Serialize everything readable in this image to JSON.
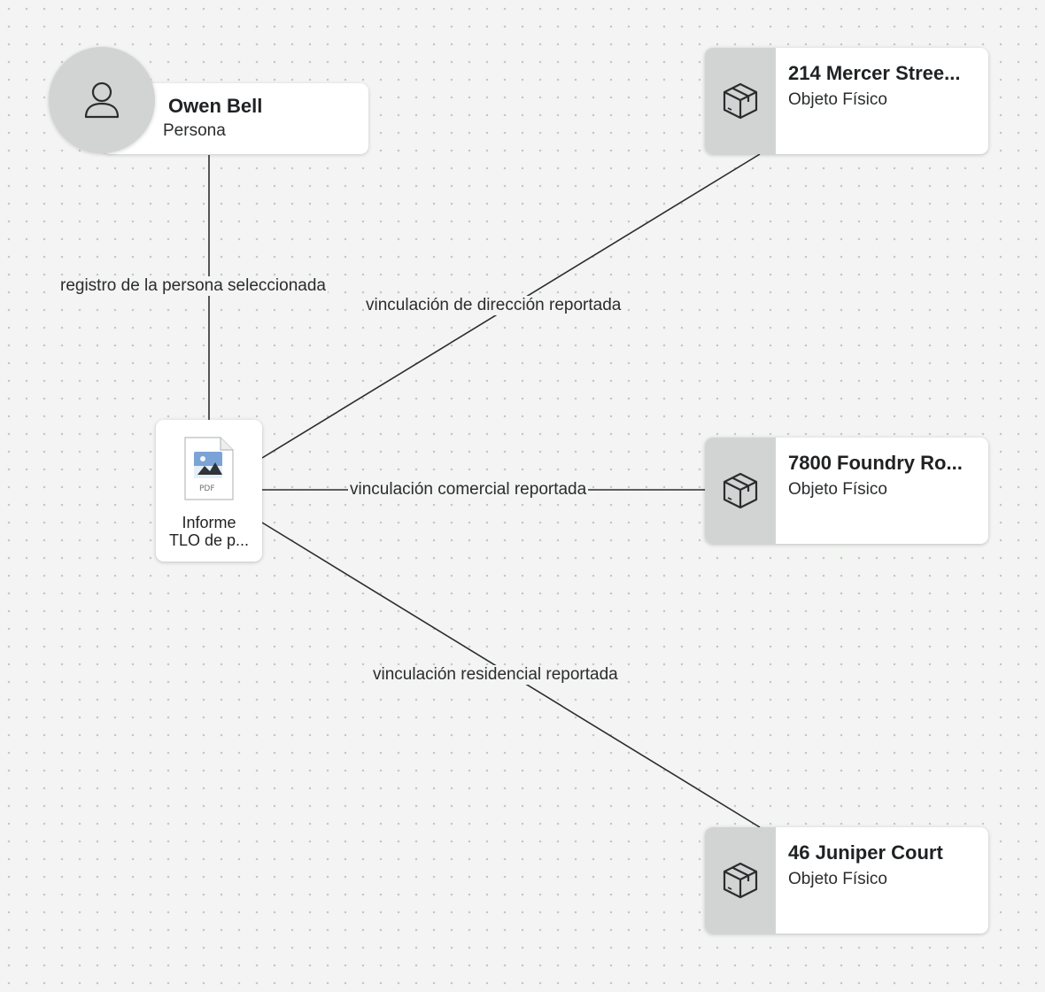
{
  "nodes": {
    "person": {
      "name": "Owen Bell",
      "type": "Persona",
      "icon": "person-icon"
    },
    "document": {
      "line1": "Informe",
      "line2": "TLO de p...",
      "file_badge": "PDF",
      "icon": "pdf-file-icon"
    },
    "objects": [
      {
        "title": "214 Mercer Stree...",
        "type": "Objeto Físico",
        "icon": "package-icon"
      },
      {
        "title": "7800 Foundry Ro...",
        "type": "Objeto Físico",
        "icon": "package-icon"
      },
      {
        "title": "46 Juniper Court",
        "type": "Objeto Físico",
        "icon": "package-icon"
      }
    ]
  },
  "edges": [
    {
      "from": "person",
      "to": "document",
      "label": "registro de la persona seleccionada"
    },
    {
      "from": "document",
      "to": "object-1",
      "label": "vinculación de dirección reportada"
    },
    {
      "from": "document",
      "to": "object-2",
      "label": "vinculación comercial reportada"
    },
    {
      "from": "document",
      "to": "object-3",
      "label": "vinculación residencial reportada"
    }
  ],
  "colors": {
    "canvas": "#f3f4f3",
    "grid_dot": "#c4c7c5",
    "node_icon_bg": "#d2d4d3",
    "edge": "#2a2c2e"
  }
}
